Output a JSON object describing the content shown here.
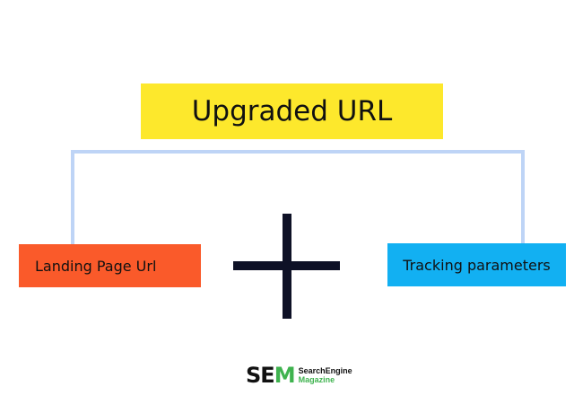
{
  "diagram": {
    "title": "Upgraded URL",
    "left_component": "Landing Page Url",
    "right_component": "Tracking parameters",
    "operator_icon": "plus-icon"
  },
  "logo": {
    "mark_s": "S",
    "mark_e": "E",
    "mark_m": "M",
    "line1": "SearchEngine",
    "line2": "Magazine"
  },
  "colors": {
    "title_bg": "#fde82c",
    "left_bg": "#fa5a2a",
    "right_bg": "#12b0f2",
    "connector": "#bed4f6",
    "plus": "#0e1126",
    "logo_dark": "#111111",
    "logo_green": "#3fb34f"
  }
}
